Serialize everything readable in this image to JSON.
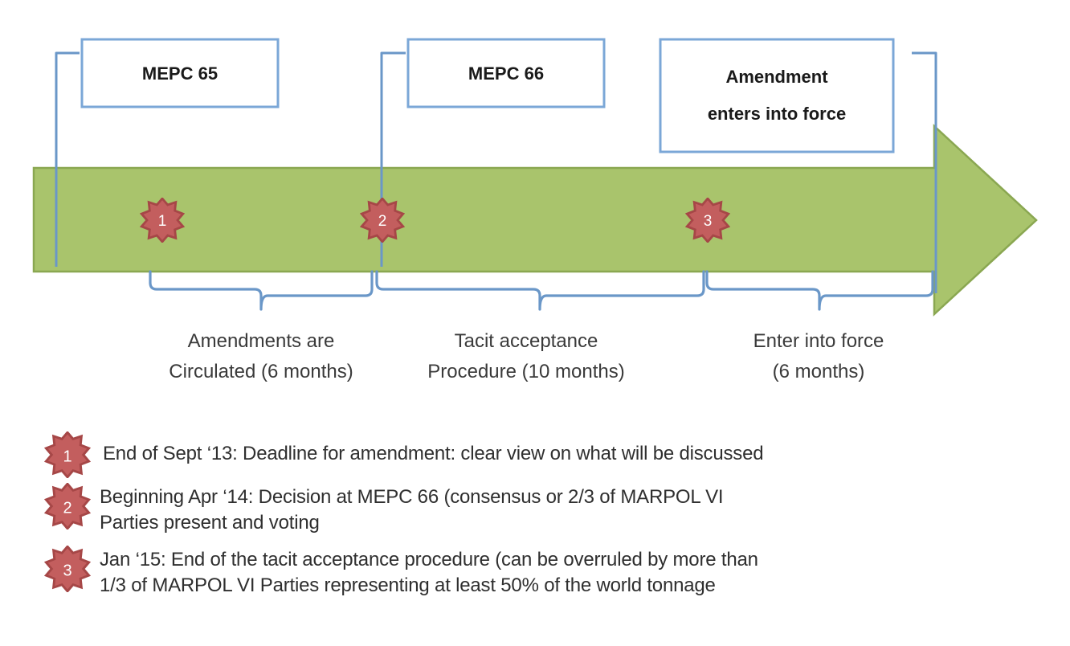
{
  "diagram": {
    "title_context": "MARPOL Annex VI amendment timeline",
    "colors": {
      "timeline_fill": "#a9c46c",
      "timeline_stroke": "#8aa751",
      "connector_blue": "#6a97c8",
      "box_border": "#7ba7d7",
      "box_fill": "#ffffff",
      "star_fill": "#c35e5e",
      "star_stroke": "#a64747",
      "label_text": "#3a3a3a",
      "page_background": "#ffffff"
    },
    "milestone_boxes": [
      {
        "id": "mepc-65",
        "label": "MEPC 65"
      },
      {
        "id": "mepc-66",
        "label": "MEPC 66"
      },
      {
        "id": "entry-into-force",
        "label": "Amendment\nenters into force",
        "line1": "Amendment",
        "line2": "enters into force"
      }
    ],
    "markers": [
      {
        "id": "marker-1",
        "number": "1"
      },
      {
        "id": "marker-2",
        "number": "2"
      },
      {
        "id": "marker-3",
        "number": "3"
      }
    ],
    "phases": [
      {
        "id": "phase-circulated",
        "line1": "Amendments are",
        "line2": "Circulated (6 months)",
        "duration": "6 months"
      },
      {
        "id": "phase-tacit-acceptance",
        "line1": "Tacit acceptance",
        "line2": "Procedure (10 months)",
        "duration": "10 months"
      },
      {
        "id": "phase-enter-into-force",
        "line1": "Enter into force",
        "line2": "(6 months)",
        "duration": "6 months"
      }
    ],
    "legend": [
      {
        "id": "legend-1",
        "number": "1",
        "text": "End of Sept ‘13: Deadline for amendment: clear view on what will be discussed"
      },
      {
        "id": "legend-2",
        "number": "2",
        "text": "Beginning Apr ‘14: Decision at MEPC 66 (consensus or 2/3 of MARPOL VI\nParties present and voting"
      },
      {
        "id": "legend-3",
        "number": "3",
        "text": "Jan ‘15: End of the tacit acceptance procedure (can be overruled by more than\n1/3 of MARPOL VI Parties representing at least 50% of the world tonnage"
      }
    ]
  }
}
